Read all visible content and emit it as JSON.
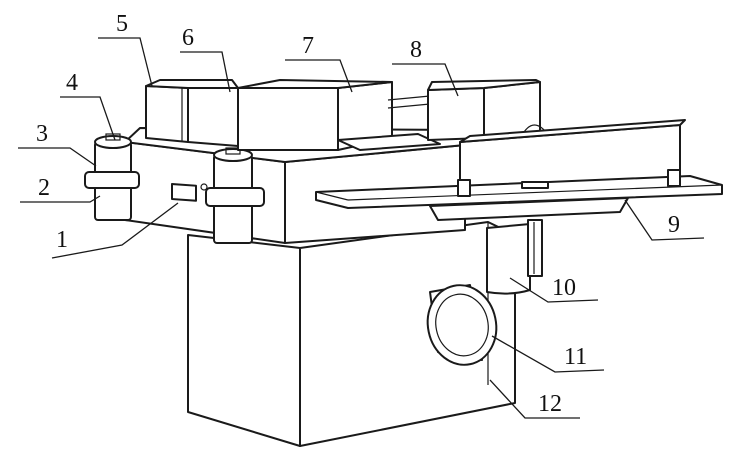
{
  "labels": [
    "1",
    "2",
    "3",
    "4",
    "5",
    "6",
    "7",
    "8",
    "9",
    "10",
    "11",
    "12"
  ],
  "colors": {
    "line": "#1a1a1a",
    "background": "#ffffff"
  }
}
